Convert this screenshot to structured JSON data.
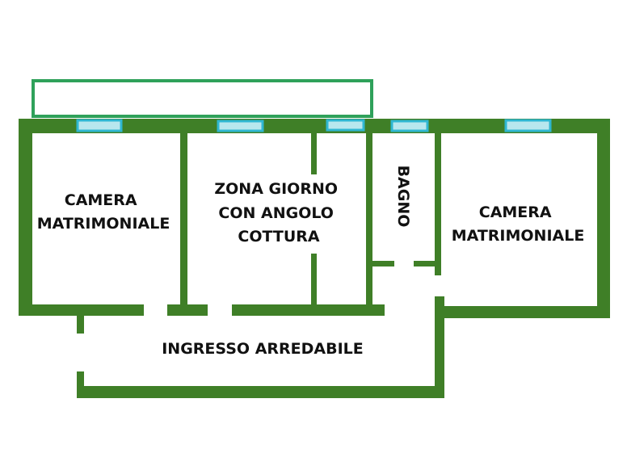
{
  "rooms": [
    {
      "label_lines": [
        "CAMERA",
        "MATRIMONIALE"
      ]
    },
    {
      "label_lines": [
        "ZONA GIORNO",
        "CON ANGOLO",
        "COTTURA"
      ]
    },
    {
      "label_lines": [
        "BAGNO"
      ]
    },
    {
      "label_lines": [
        "CAMERA",
        "MATRIMONIALE"
      ]
    },
    {
      "label_lines": [
        "INGRESSO ARREDABILE"
      ]
    }
  ],
  "colors": {
    "wall": "#3f7f27",
    "balcony_outline": "#2fa15a",
    "window_fill": "#b8e7ee",
    "window_stroke": "#2fb7d2",
    "text": "#111111",
    "background": "#ffffff"
  }
}
